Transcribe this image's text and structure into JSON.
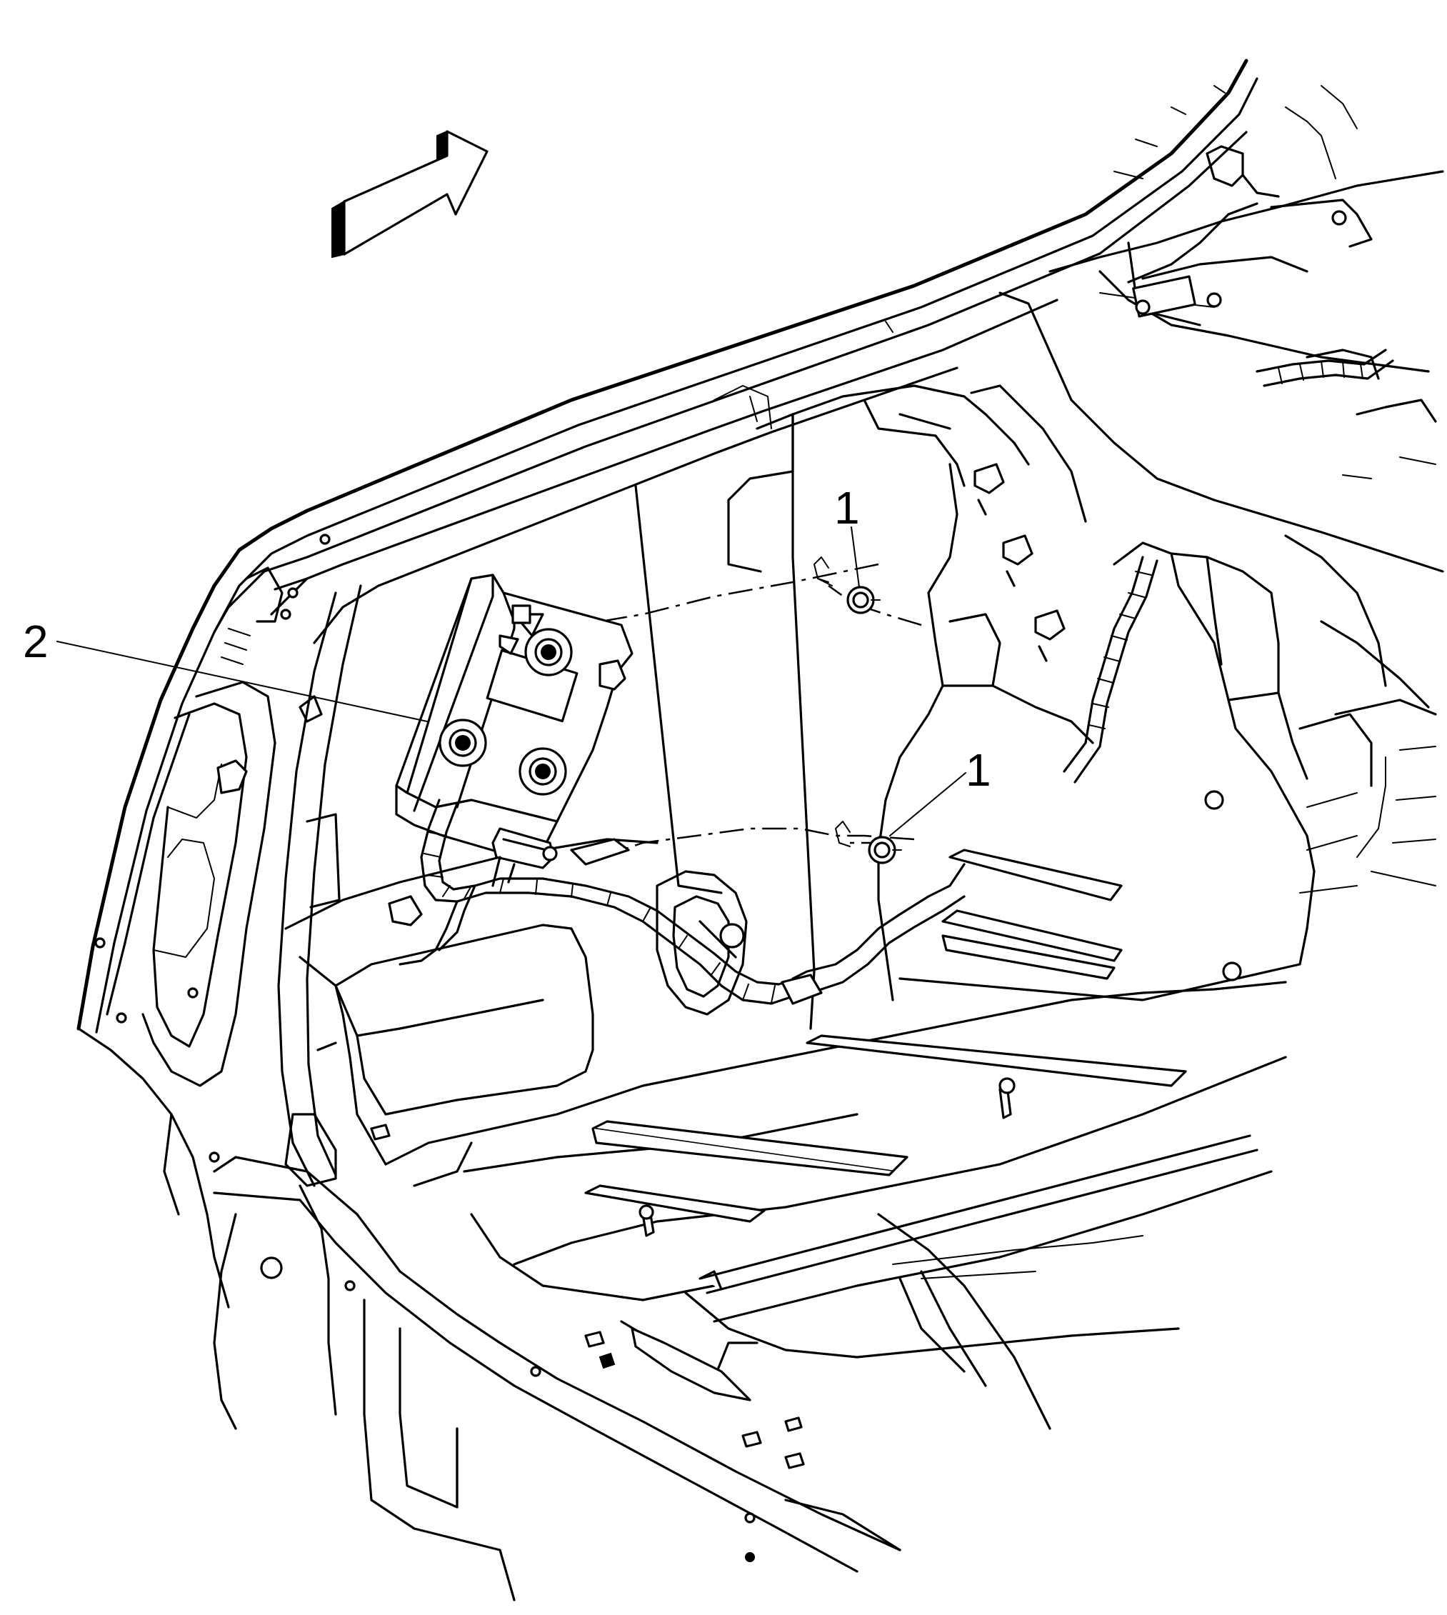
{
  "callouts": [
    {
      "id": "1",
      "label": "1"
    },
    {
      "id": "1b",
      "label": "1"
    },
    {
      "id": "2",
      "label": "2"
    }
  ],
  "icons": {
    "direction_arrow": "forward-arrow-icon"
  },
  "colors": {
    "ink": "#000000",
    "background": "#ffffff"
  }
}
